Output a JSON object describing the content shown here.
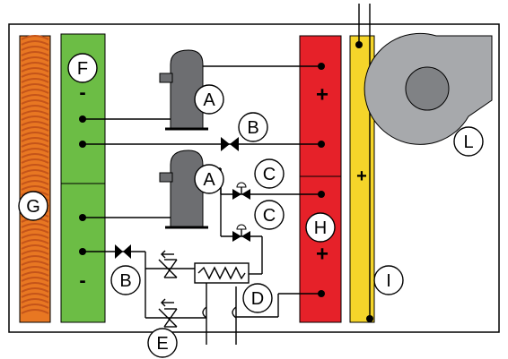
{
  "colors": {
    "coil": "#e87722",
    "coil_stripes": "#c4541a",
    "cold_bar": "#6cbd45",
    "hot_bar": "#e62129",
    "yellow_bar": "#f5d52a",
    "compressor": "#6d6e71",
    "fan_housing": "#a7a9ac",
    "fan_hub": "#808285",
    "outline": "#000000"
  },
  "icons": {
    "compressor": "compressor-icon",
    "valve": "check-valve-icon",
    "solenoid_valve": "solenoid-valve-icon",
    "expansion": "expansion-valve-icon",
    "heat_exchanger": "heat-exchanger-icon",
    "fan": "fan-icon",
    "coil": "coil-icon"
  },
  "labels": {
    "F": "F",
    "A1": "A",
    "A2": "A",
    "B1": "B",
    "B2": "B",
    "C1": "C",
    "C2": "C",
    "D": "D",
    "E": "E",
    "G": "G",
    "H": "H",
    "I": "I",
    "L": "L"
  },
  "signs": {
    "green_top": "-",
    "green_bottom": "-",
    "red_top": "+",
    "red_bottom": "+",
    "yellow": "+"
  }
}
